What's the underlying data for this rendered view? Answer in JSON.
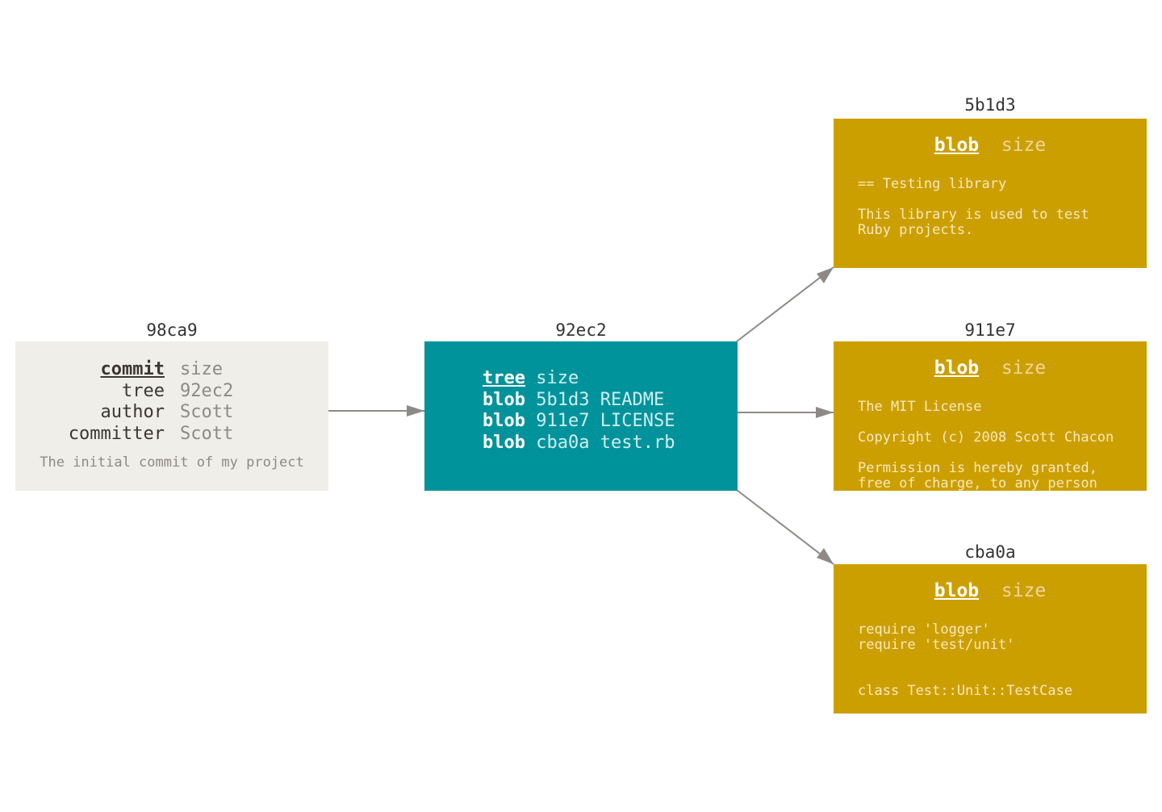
{
  "colors": {
    "commit_bg": "#efeee8",
    "tree_bg": "#00939b",
    "blob_bg": "#cc9f00",
    "arrow": "#8d8a86"
  },
  "commit": {
    "id": "98ca9",
    "type": "commit",
    "size": "size",
    "rows": [
      {
        "key": "tree",
        "value": "92ec2"
      },
      {
        "key": "author",
        "value": "Scott"
      },
      {
        "key": "committer",
        "value": "Scott"
      }
    ],
    "message": "The initial commit of my project"
  },
  "tree": {
    "id": "92ec2",
    "type": "tree",
    "size": "size",
    "entries": [
      {
        "type": "blob",
        "hash": "5b1d3",
        "name": "README"
      },
      {
        "type": "blob",
        "hash": "911e7",
        "name": "LICENSE"
      },
      {
        "type": "blob",
        "hash": "cba0a",
        "name": "test.rb"
      }
    ]
  },
  "blobs": [
    {
      "id": "5b1d3",
      "type": "blob",
      "size": "size",
      "content": "== Testing library\n\nThis library is used to test\nRuby projects."
    },
    {
      "id": "911e7",
      "type": "blob",
      "size": "size",
      "content": "The MIT License\n\nCopyright (c) 2008 Scott Chacon\n\nPermission is hereby granted,\nfree of charge, to any person"
    },
    {
      "id": "cba0a",
      "type": "blob",
      "size": "size",
      "content": "require 'logger'\nrequire 'test/unit'\n\n\nclass Test::Unit::TestCase"
    }
  ]
}
